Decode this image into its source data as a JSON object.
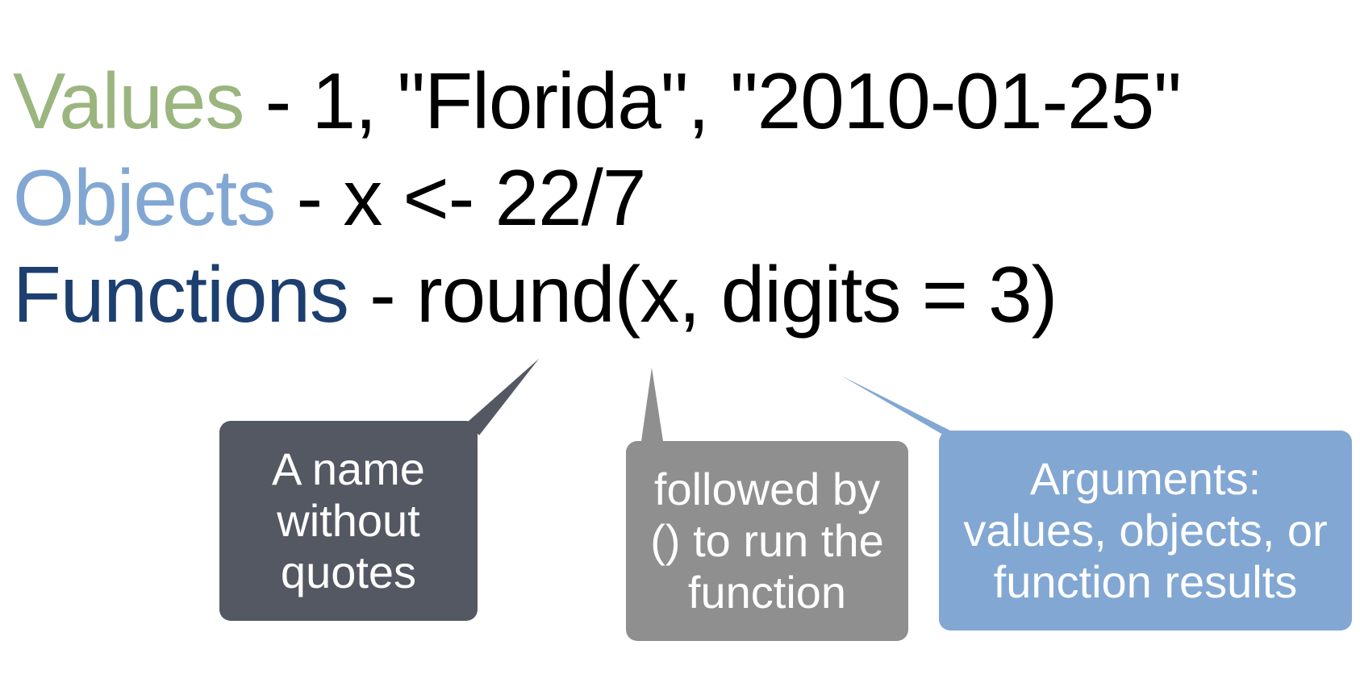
{
  "colors": {
    "values": "#9bb57f",
    "objects": "#82a7d3",
    "functions": "#1c3f6f",
    "text": "#000000",
    "callout_name": "#545862",
    "callout_paren": "#8f8f8f",
    "callout_args": "#82a7d3"
  },
  "lines": {
    "values": {
      "term": "Values",
      "rest": " - 1, \"Florida\", \"2010-01-25\""
    },
    "objects": {
      "term": "Objects",
      "rest": " - x <- 22/7"
    },
    "functions": {
      "term": "Functions",
      "rest": " - round(x, digits = 3)"
    }
  },
  "callouts": {
    "name": {
      "lines": [
        "A name",
        "without",
        "quotes"
      ]
    },
    "paren": {
      "lines": [
        "followed by",
        "() to run the",
        "function"
      ]
    },
    "args": {
      "lines": [
        "Arguments:",
        "values, objects, or",
        "function results"
      ]
    }
  }
}
